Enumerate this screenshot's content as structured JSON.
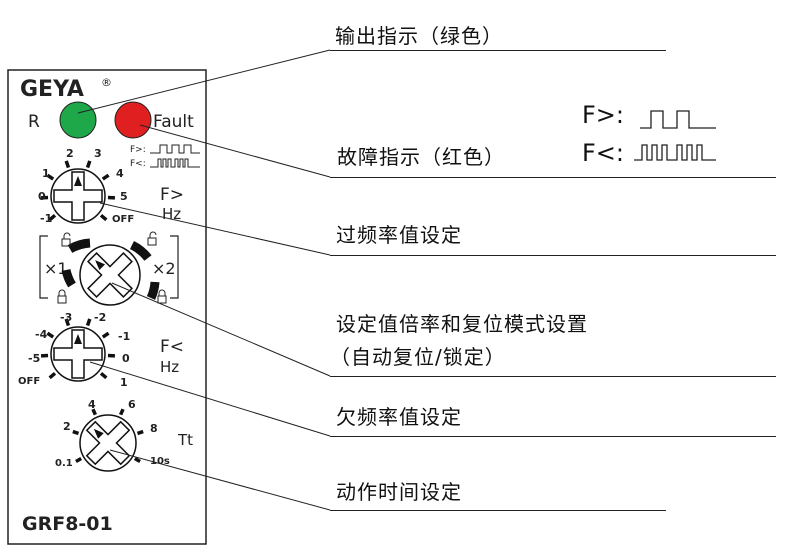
{
  "device": {
    "brand": "GEYA",
    "registered_mark": "®",
    "model": "GRF8-01",
    "led_r_label": "R",
    "led_fault_label": "Fault",
    "led_r_color": "#1fa84a",
    "led_fault_color": "#e02020",
    "mini_wave_over": "F>:",
    "mini_wave_under": "F<:",
    "dial_over": {
      "title": "F>",
      "unit": "Hz",
      "ticks": [
        "-1",
        "0",
        "1",
        "2",
        "3",
        "4",
        "5",
        "OFF"
      ]
    },
    "dial_mult": {
      "left_label": "×1",
      "right_label": "×2"
    },
    "dial_under": {
      "title": "F<",
      "unit": "Hz",
      "ticks": [
        "OFF",
        "-5",
        "-4",
        "-3",
        "-2",
        "-1",
        "0",
        "1"
      ]
    },
    "dial_time": {
      "title": "Tt",
      "ticks": [
        "0.1",
        "2",
        "4",
        "6",
        "8",
        "10s"
      ]
    }
  },
  "callouts": {
    "output_indicator": "输出指示（绿色）",
    "fault_indicator": "故障指示（红色）",
    "over_freq_setting": "过频率值设定",
    "multiplier_line1": "设定值倍率和复位模式设置",
    "multiplier_line2": "（自动复位/锁定）",
    "under_freq_setting": "欠频率值设定",
    "action_time_setting": "动作时间设定"
  },
  "waveform_legend": {
    "over_label": "F>:",
    "under_label": "F<:"
  }
}
